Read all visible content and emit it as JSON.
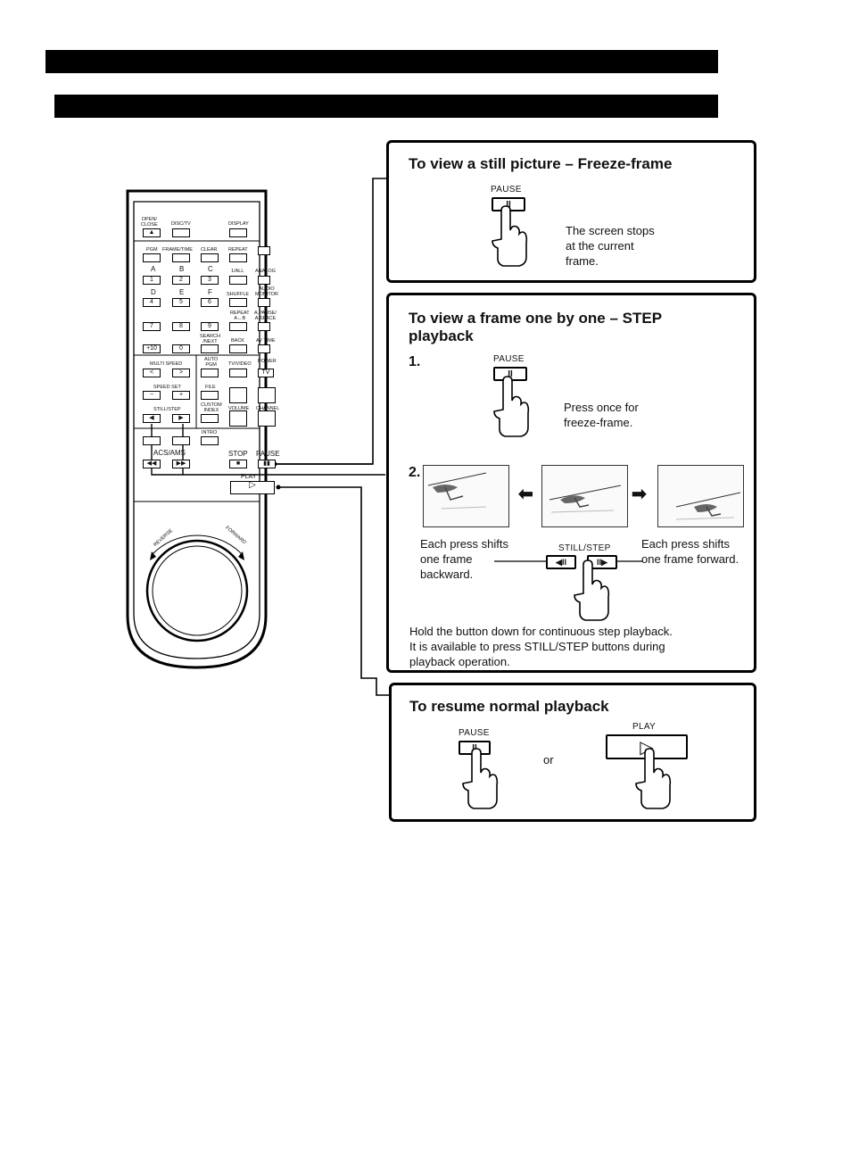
{
  "panels": {
    "freeze": {
      "title": "To view a still picture – Freeze-frame",
      "pause_label": "PAUSE",
      "desc_lines": [
        "The screen stops",
        "at the current",
        "frame."
      ]
    },
    "step": {
      "title_line1": "To view a frame one by one – STEP",
      "title_line2": "playback",
      "step1_num": "1.",
      "step1_pause_label": "PAUSE",
      "step1_desc_lines": [
        "Press once for",
        "freeze-frame."
      ],
      "step2_num": "2.",
      "backward_lines": [
        "Each press shifts",
        "one frame",
        "backward."
      ],
      "forward_lines": [
        "Each press shifts",
        "one frame forward."
      ],
      "still_step_label": "STILL/STEP",
      "note_lines": [
        "Hold the button down for continuous step playback.",
        "It is available to press STILL/STEP buttons during",
        "playback operation."
      ]
    },
    "resume": {
      "title": "To resume normal playback",
      "pause_label": "PAUSE",
      "or_text": "or",
      "play_label": "PLAY"
    }
  },
  "remote": {
    "labels": {
      "open_close": "OPEN/\nCLOSE",
      "disc_tv": "DISC/TV",
      "display": "DISPLAY",
      "pgm": "PGM",
      "frame_time": "FRAME/TIME",
      "clear": "CLEAR",
      "repeat": "REPEAT",
      "one_all": "1/ALL",
      "analog": "ANALOG",
      "shuffle": "SHUFFLE",
      "audio_monitor": "AUDIO\nMONITOR",
      "repeat_ab": "REPEAT\nA↔B",
      "apause_aspace": "A.PAUSE/\nA.SPACE",
      "search_next": "SEARCH\n/NEXT",
      "back": "BACK",
      "av_time": "AV TIME",
      "multi_speed": "MULTI  SPEED",
      "auto_pgm": "AUTO\nPGM",
      "tv_video": "TV/VIDEO",
      "power": "POWER",
      "tv": "TV",
      "speed_set": "SPEED  SET",
      "file": "FILE",
      "custom_index": "CUSTOM\nINDEX",
      "volume": "VOLUME",
      "channel": "CHANNEL",
      "still_step": "STILL/STEP",
      "intro": "INTRO",
      "acs_ams": "ACS/AMS",
      "stop": "STOP",
      "pause": "PAUSE",
      "play": "PLAY",
      "reverse": "REVERSE",
      "forward": "FORWARD"
    },
    "letters": [
      "A",
      "B",
      "C",
      "D",
      "E",
      "F"
    ],
    "digits": [
      "1",
      "2",
      "3",
      "4",
      "5",
      "6",
      "7",
      "8",
      "9",
      "+10",
      "0"
    ]
  }
}
